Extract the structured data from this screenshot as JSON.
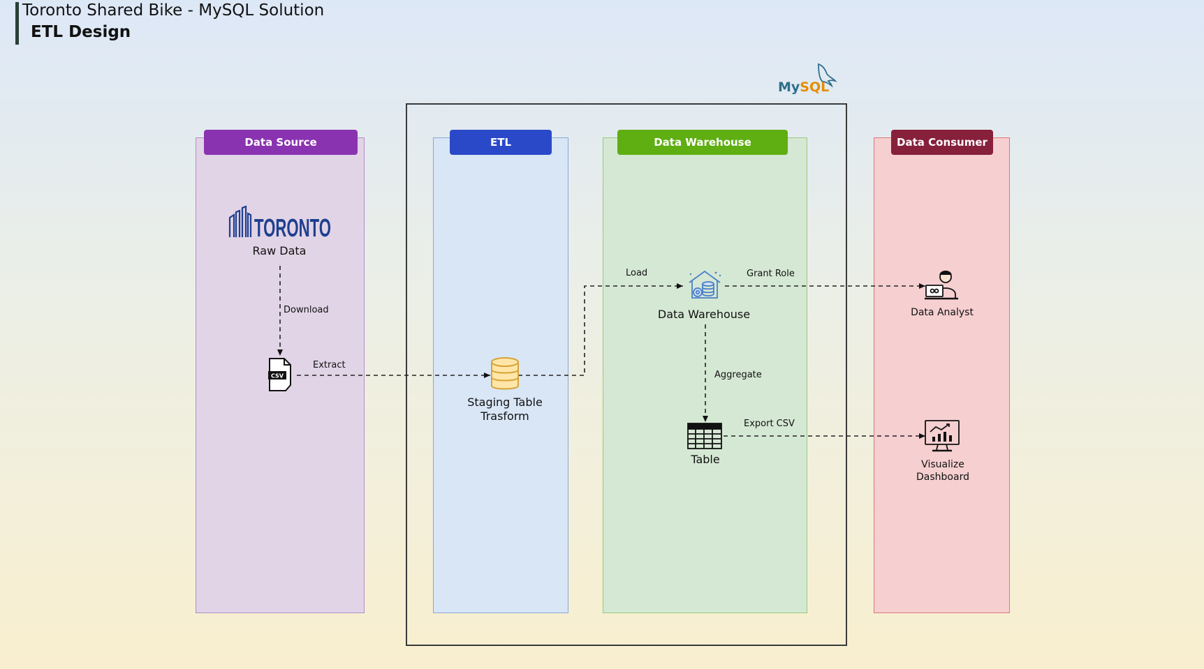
{
  "title": {
    "main": "Toronto Shared Bike - MySQL Solution",
    "sub": "ETL Design"
  },
  "logo": {
    "mysql": "MySQL"
  },
  "lanes": {
    "source": {
      "header": "Data Source",
      "color": "#8a33b0"
    },
    "etl": {
      "header": "ETL",
      "color": "#2a49c9"
    },
    "warehouse": {
      "header": "Data Warehouse",
      "color": "#5fae12"
    },
    "consumer": {
      "header": "Data Consumer",
      "color": "#86203b"
    }
  },
  "nodes": {
    "toronto_logo": "TORONTO",
    "raw_data": "Raw Data",
    "csv_badge": "CSV",
    "staging_line1": "Staging Table",
    "staging_line2": "Trasform",
    "data_warehouse": "Data Warehouse",
    "table": "Table",
    "data_analyst": "Data Analyst",
    "dashboard_line1": "Visualize",
    "dashboard_line2": "Dashboard"
  },
  "edges": {
    "download": "Download",
    "extract": "Extract",
    "load": "Load",
    "grant_role": "Grant Role",
    "aggregate": "Aggregate",
    "export_csv": "Export CSV"
  }
}
